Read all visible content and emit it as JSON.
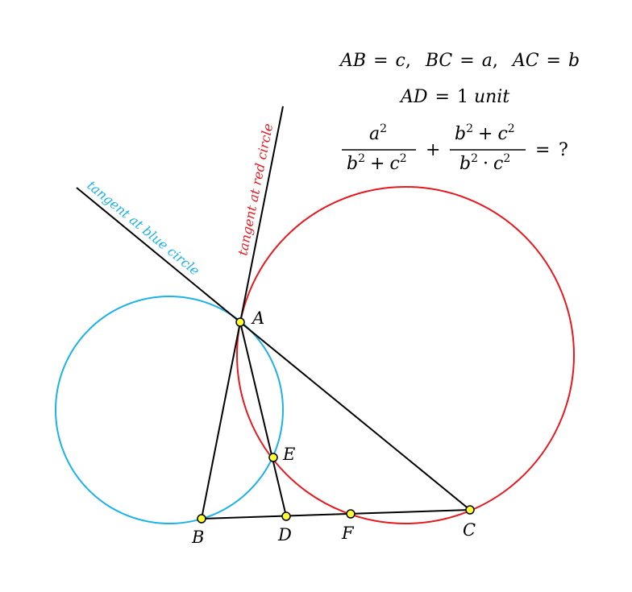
{
  "title_lines": {
    "line1": {
      "ab": "AB",
      "c": "c",
      "bc": "BC",
      "a": "a",
      "ac": "AC",
      "b": "b",
      "eq": "=",
      "comma": ","
    },
    "line2": {
      "ad": "AD",
      "eq": "=",
      "one": "1",
      "unit": "unit"
    },
    "expression": {
      "frac1_num_a": "a",
      "exp2": "2",
      "frac1_den_b": "b",
      "frac1_den_c": "c",
      "frac2_num_b": "b",
      "frac2_num_c": "c",
      "frac2_den_b": "b",
      "frac2_den_c": "c",
      "plus": "+",
      "dot": "·",
      "eq": "=",
      "question": "?"
    }
  },
  "points": {
    "A": "A",
    "B": "B",
    "C": "C",
    "D": "D",
    "E": "E",
    "F": "F"
  },
  "tangent_labels": {
    "blue": "tangent at blue circle",
    "red": "tangent at red circle"
  },
  "colors": {
    "blue_circle": "#1ab2e8",
    "red_circle": "#e8171d",
    "lines": "#000000",
    "point_fill": "#ffff33",
    "question_mark": "#e8171d"
  }
}
